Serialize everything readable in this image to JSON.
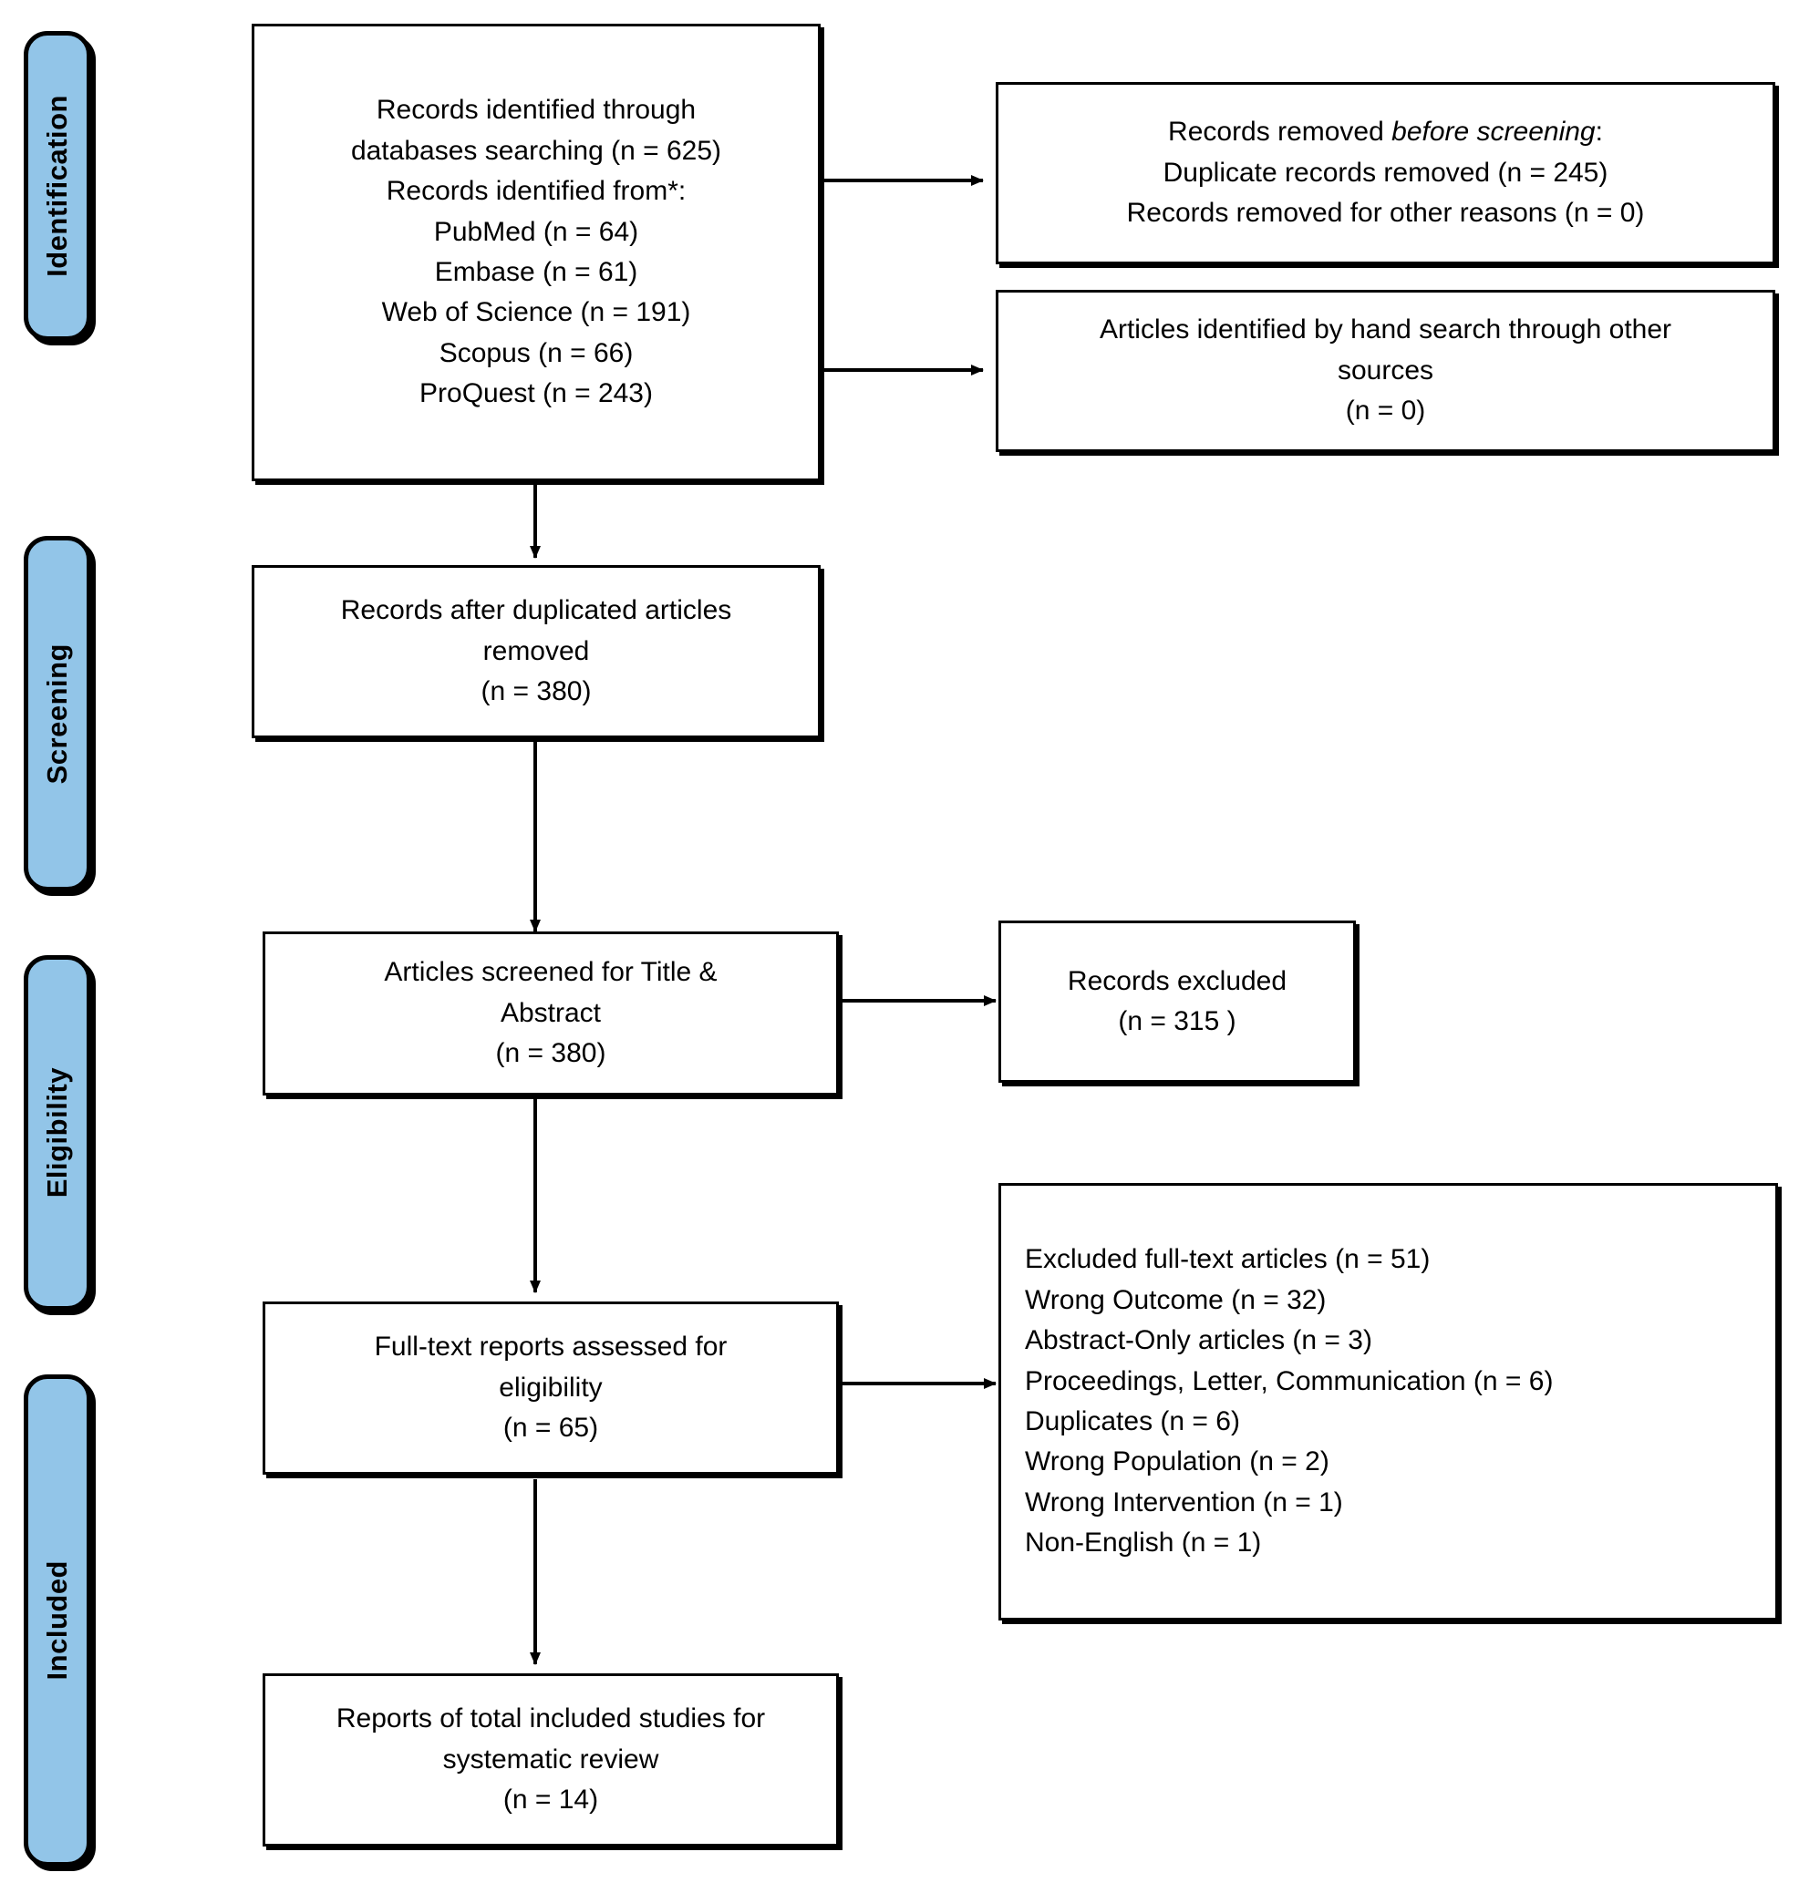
{
  "diagram": {
    "type": "prisma-flow-diagram",
    "accent_color": "#92C5E8",
    "line_color": "#000000",
    "background": "#ffffff"
  },
  "phases": [
    {
      "id": "identification",
      "label": "Identification"
    },
    {
      "id": "screening",
      "label": "Screening"
    },
    {
      "id": "eligibility",
      "label": "Eligibility"
    },
    {
      "id": "included",
      "label": "Included"
    }
  ],
  "boxes": {
    "identified": {
      "id": "records-identified",
      "lines": [
        "Records identified through",
        "databases searching (n = 625)",
        "Records identified from*:",
        "PubMed (n = 64)",
        "Embase (n = 61)",
        "Web of Science (n = 191)",
        "Scopus (n = 66)",
        "ProQuest (n = 243)"
      ]
    },
    "removed_before_screening": {
      "id": "records-removed-before-screening",
      "line_1_prefix": "Records removed ",
      "line_1_italic": "before screening",
      "line_1_suffix": ":",
      "lines": [
        "Duplicate records removed  (n = 245)",
        "Records removed for other reasons (n = 0)"
      ]
    },
    "hand_search": {
      "id": "articles-hand-search",
      "lines": [
        "Articles identified by hand search through other",
        "sources",
        "(n = 0)"
      ]
    },
    "after_duplicates": {
      "id": "records-after-duplicates-removed",
      "lines": [
        "Records after duplicated articles",
        "removed",
        "(n = 380)"
      ]
    },
    "screened": {
      "id": "articles-screened-title-abstract",
      "lines": [
        "Articles screened for Title &",
        "Abstract",
        "(n = 380)"
      ]
    },
    "records_excluded": {
      "id": "records-excluded",
      "lines": [
        "Records excluded",
        "(n = 315 )"
      ]
    },
    "fulltext_assessed": {
      "id": "full-text-reports-assessed",
      "lines": [
        "Full-text reports assessed for",
        "eligibility",
        "(n = 65)"
      ]
    },
    "fulltext_excluded": {
      "id": "excluded-full-text-articles",
      "heading": "Excluded full-text articles (n = 51)",
      "reasons": [
        "Wrong Outcome (n = 32)",
        "Abstract-Only articles (n = 3)",
        "Proceedings, Letter, Communication (n = 6)",
        "Duplicates (n = 6)",
        "Wrong Population (n = 2)",
        "Wrong Intervention (n = 1)",
        "Non-English (n = 1)"
      ]
    },
    "included_reports": {
      "id": "reports-of-total-included-studies",
      "lines": [
        "Reports of total included studies for",
        "systematic review",
        "(n = 14)"
      ]
    }
  }
}
